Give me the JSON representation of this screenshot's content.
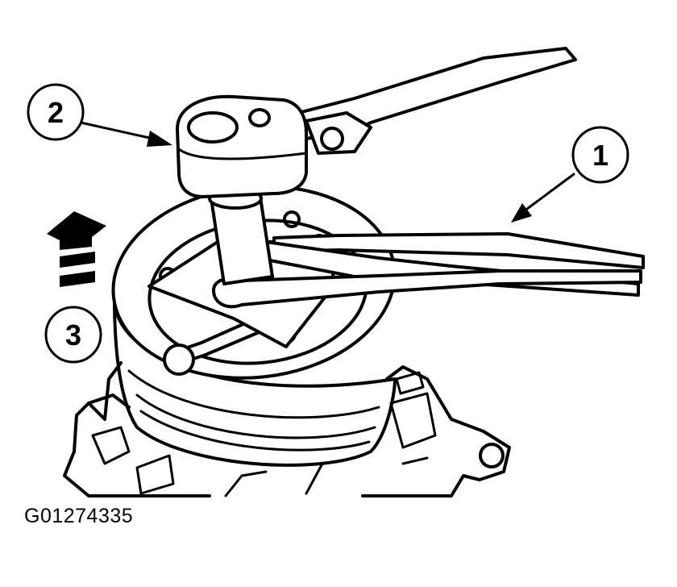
{
  "callouts": [
    {
      "label": "1"
    },
    {
      "label": "2"
    },
    {
      "label": "3"
    }
  ],
  "figure_code": "G01274335",
  "icons": [
    "leader-arrow-icon",
    "direction-up-arrow-icon"
  ],
  "colors": {
    "line": "#000000",
    "background": "#ffffff"
  }
}
